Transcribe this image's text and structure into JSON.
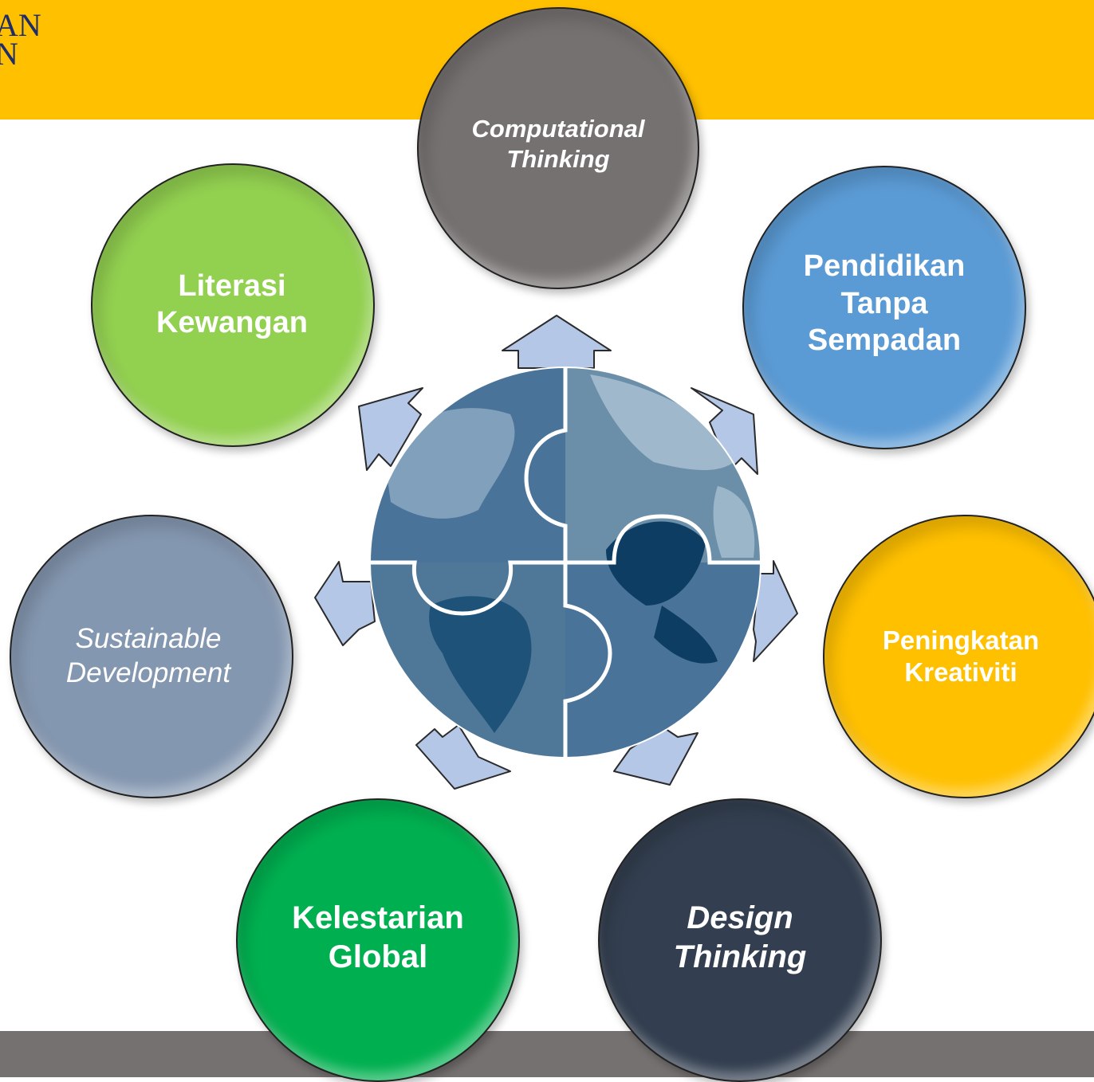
{
  "header": {
    "logo_text_line1": "AN",
    "logo_text_line2": "N"
  },
  "center": {
    "icon": "globe-puzzle-icon"
  },
  "nodes": [
    {
      "id": "computational",
      "label": "Computational Thinking",
      "color": "#767171"
    },
    {
      "id": "pendidikan",
      "label": "Pendidikan Tanpa Sempadan",
      "color": "#5b9bd5"
    },
    {
      "id": "peningkatan",
      "label": "Peningkatan Kreativiti",
      "color": "#ffc000"
    },
    {
      "id": "design",
      "label": "Design Thinking",
      "color": "#333f50"
    },
    {
      "id": "kelestarian",
      "label": "Kelestarian Global",
      "color": "#00b050"
    },
    {
      "id": "sustainable",
      "label": "Sustainable Development",
      "color": "#8497b0"
    },
    {
      "id": "literasi",
      "label": "Literasi Kewangan",
      "color": "#92d050"
    }
  ],
  "colors": {
    "top_band": "#ffc000",
    "bottom_band": "#767171",
    "arrow_fill": "#b4c7e7",
    "globe_dark": "#1f4e79",
    "globe_mid": "#4a7399",
    "globe_light": "#8fabc3"
  }
}
